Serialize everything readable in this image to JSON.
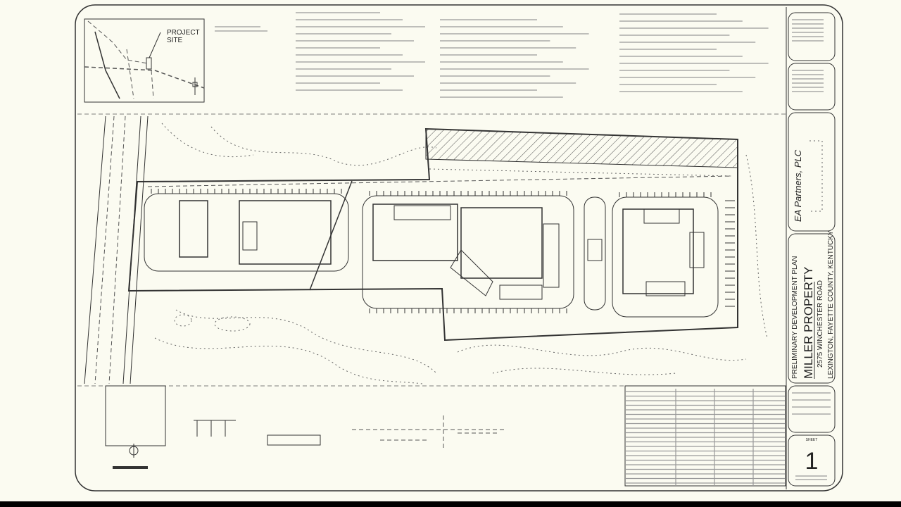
{
  "vicinity_map": {
    "label_line1": "PROJECT",
    "label_line2": "SITE"
  },
  "title_block": {
    "firm_name": "EA Partners, PLC",
    "plan_type": "PRELIMINARY DEVELOPMENT PLAN",
    "project_name": "MILLER PROPERTY",
    "address": "2575 WINCHESTER ROAD",
    "location": "LEXINGTON, FAYETTE COUNTY, KENTUCKY",
    "sheet_label": "SHEET",
    "sheet_number": "1"
  },
  "colors": {
    "paper": "#fbfbf1",
    "ink": "#333333",
    "background": "#000000"
  }
}
